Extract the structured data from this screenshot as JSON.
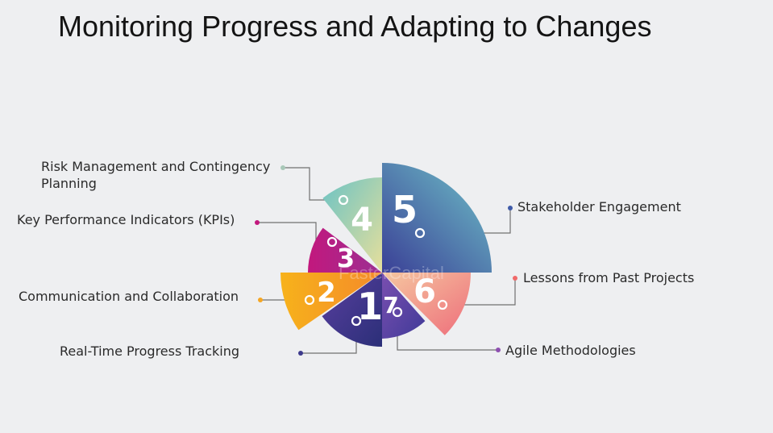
{
  "title": "Monitoring Progress and Adapting to Changes",
  "segments": [
    {
      "number": "1",
      "label": "Real-Time Progress Tracking",
      "color": "#3d3a8c"
    },
    {
      "number": "2",
      "label": "Communication and Collaboration",
      "color": "#f5a623"
    },
    {
      "number": "3",
      "label": "Key Performance Indicators (KPIs)",
      "color": "#c2187d"
    },
    {
      "number": "4",
      "label": "Risk Management and Contingency\nPlanning",
      "color": "#7fc6c0"
    },
    {
      "number": "5",
      "label": "Stakeholder Engagement",
      "color": "#3e5aa8"
    },
    {
      "number": "6",
      "label": "Lessons from Past Projects",
      "color": "#f08a78"
    },
    {
      "number": "7",
      "label": "Agile Methodologies",
      "color": "#5b4fa8"
    }
  ],
  "watermark": "FasterCapital"
}
